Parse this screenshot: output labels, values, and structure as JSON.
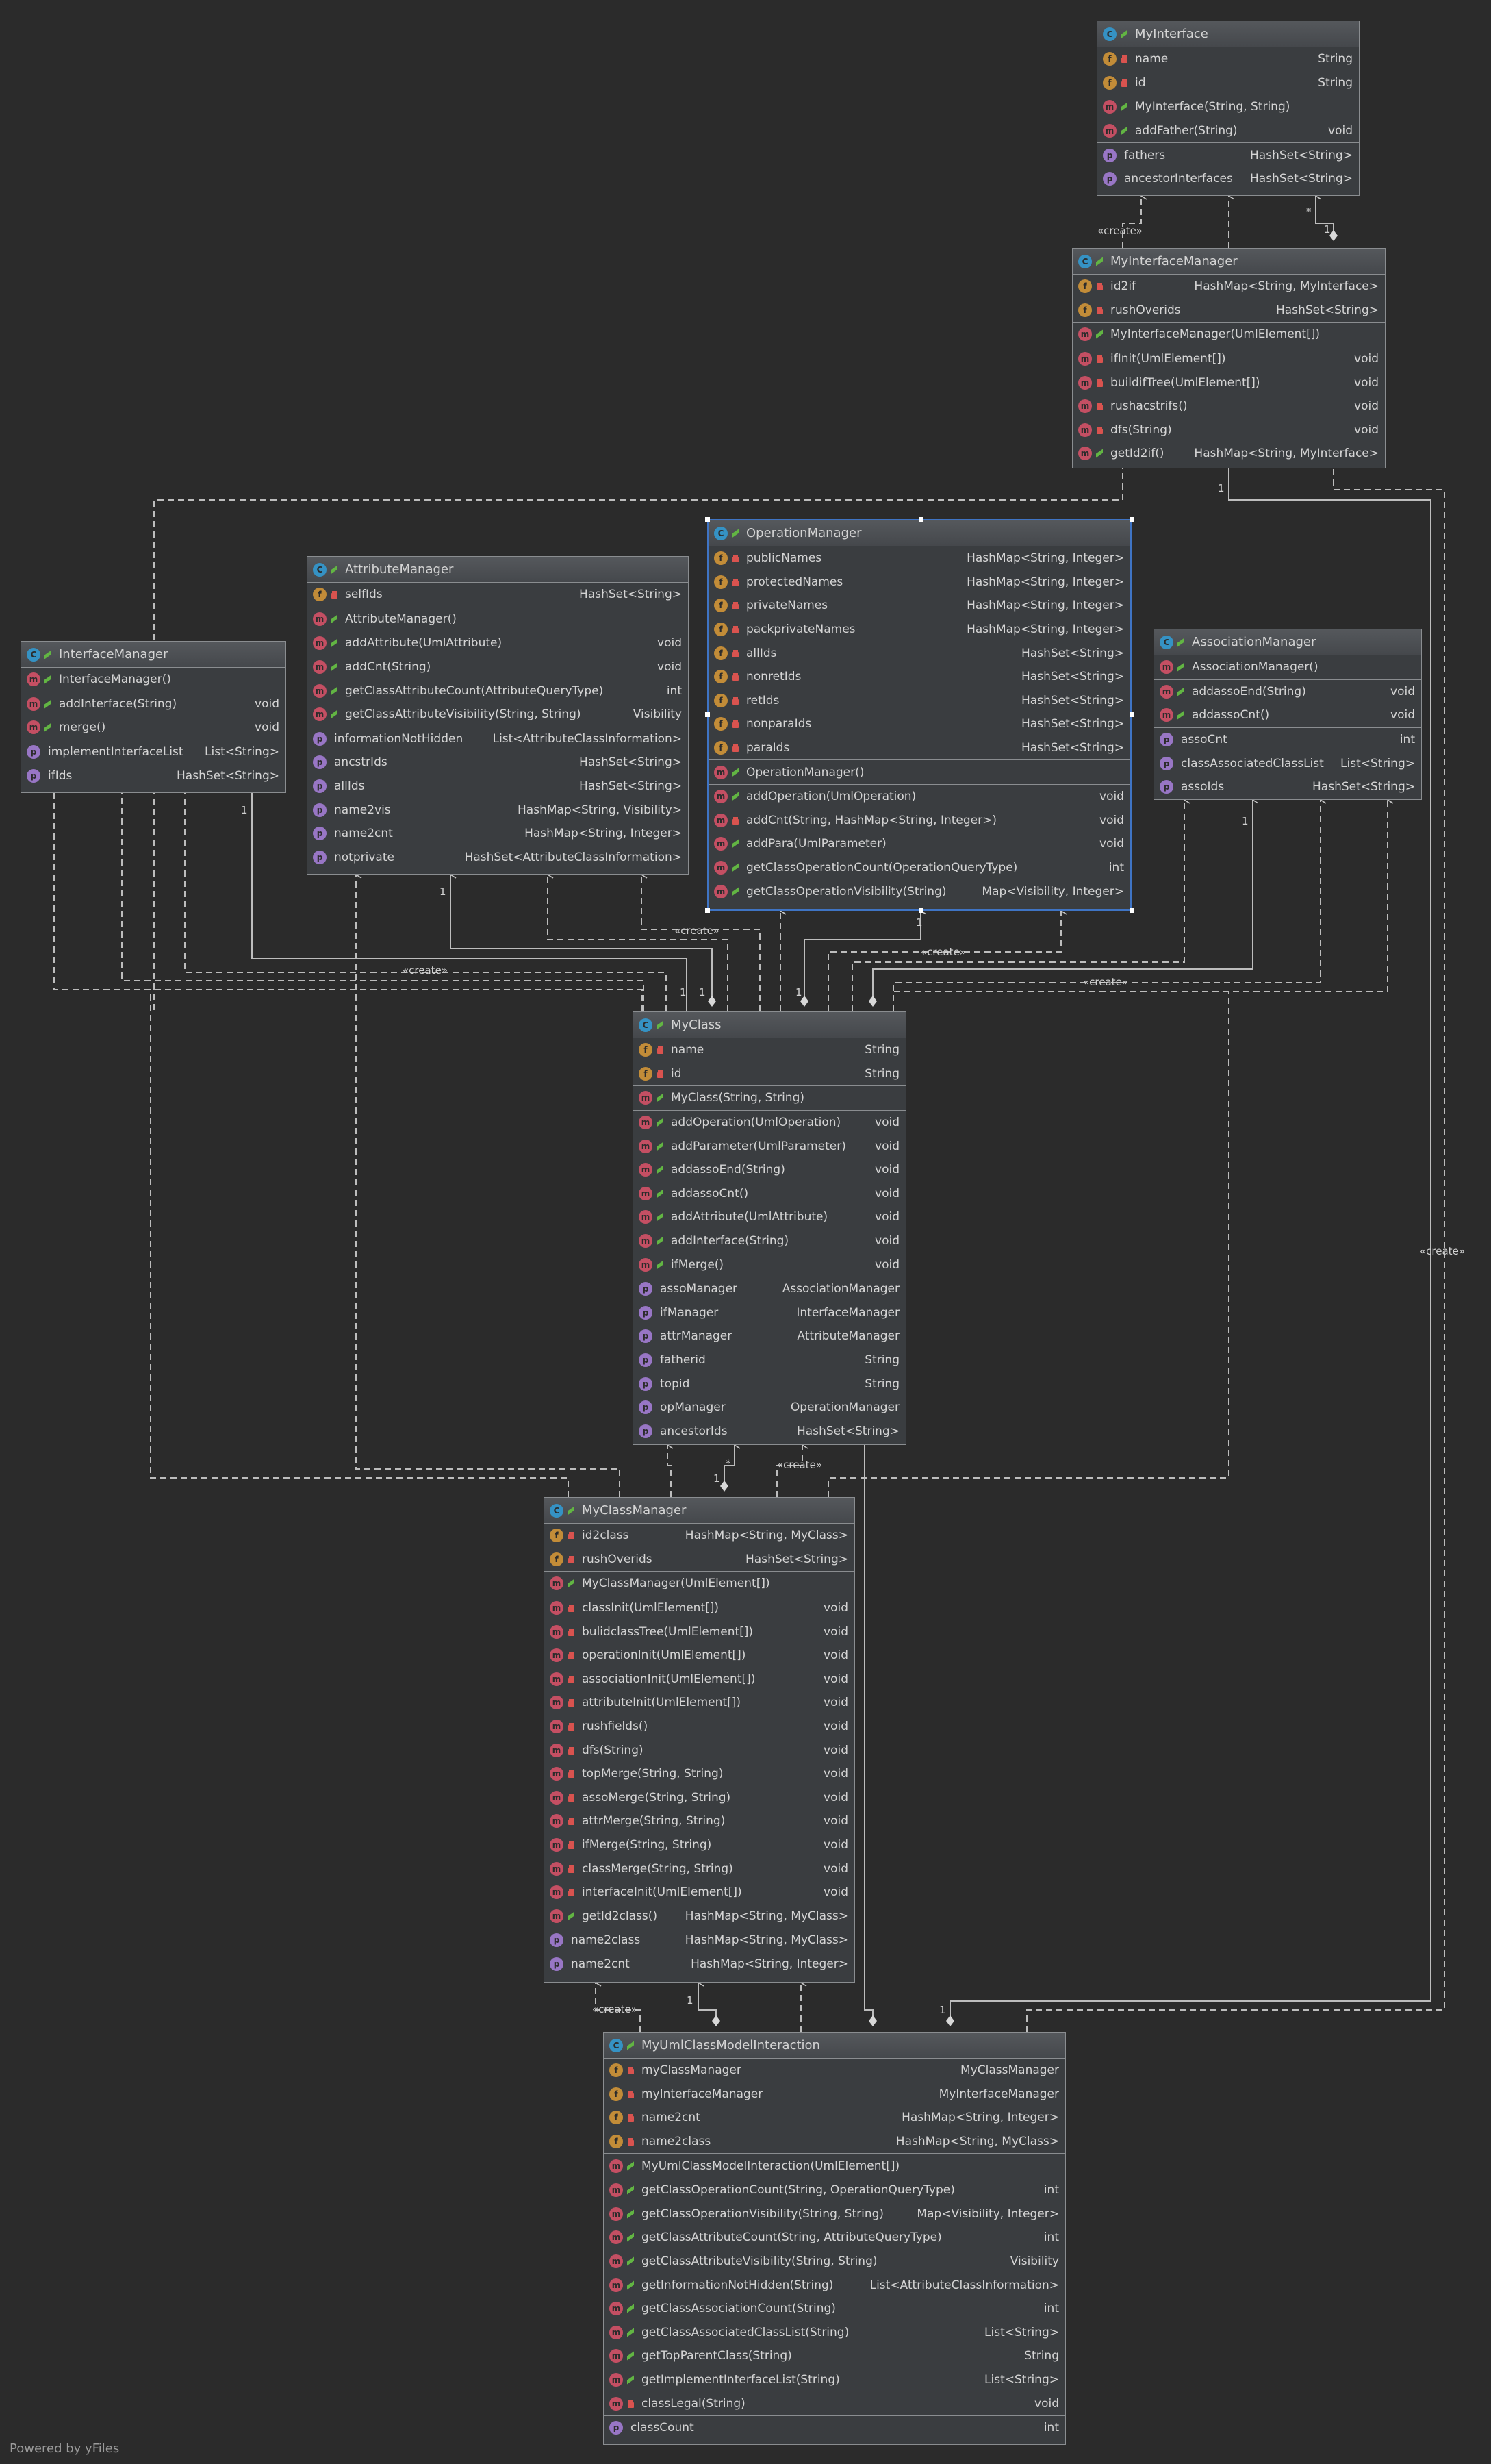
{
  "footer": "Powered by yFiles",
  "labels": {
    "create": "«create»",
    "one": "1",
    "star": "*"
  },
  "classes": [
    {
      "id": "MyInterface",
      "title": "MyInterface",
      "sections": [
        [
          {
            "icon": "f",
            "vis": "priv",
            "name": "name",
            "type": "String"
          },
          {
            "icon": "f",
            "vis": "priv",
            "name": "id",
            "type": "String"
          }
        ],
        [
          {
            "icon": "m",
            "vis": "pub",
            "name": "MyInterface(String, String)",
            "type": ""
          },
          {
            "icon": "m",
            "vis": "pub",
            "name": "addFather(String)",
            "type": "void"
          }
        ],
        [
          {
            "icon": "p",
            "vis": "",
            "name": "fathers",
            "type": "HashSet<String>"
          },
          {
            "icon": "p",
            "vis": "",
            "name": "ancestorInterfaces",
            "type": "HashSet<String>"
          }
        ]
      ]
    },
    {
      "id": "MyInterfaceManager",
      "title": "MyInterfaceManager",
      "sections": [
        [
          {
            "icon": "f",
            "vis": "priv",
            "name": "id2if",
            "type": "HashMap<String, MyInterface>"
          },
          {
            "icon": "f",
            "vis": "priv",
            "name": "rushOverids",
            "type": "HashSet<String>"
          }
        ],
        [
          {
            "icon": "m",
            "vis": "pub",
            "name": "MyInterfaceManager(UmlElement[])",
            "type": ""
          }
        ],
        [
          {
            "icon": "m",
            "vis": "priv",
            "name": "ifInit(UmlElement[])",
            "type": "void"
          },
          {
            "icon": "m",
            "vis": "priv",
            "name": "buildifTree(UmlElement[])",
            "type": "void"
          },
          {
            "icon": "m",
            "vis": "priv",
            "name": "rushacstrifs()",
            "type": "void"
          },
          {
            "icon": "m",
            "vis": "priv",
            "name": "dfs(String)",
            "type": "void"
          },
          {
            "icon": "m",
            "vis": "pub",
            "name": "getId2if()",
            "type": "HashMap<String, MyInterface>"
          }
        ]
      ]
    },
    {
      "id": "AttributeManager",
      "title": "AttributeManager",
      "sections": [
        [
          {
            "icon": "f",
            "vis": "priv",
            "name": "selfIds",
            "type": "HashSet<String>"
          }
        ],
        [
          {
            "icon": "m",
            "vis": "pub",
            "name": "AttributeManager()",
            "type": ""
          }
        ],
        [
          {
            "icon": "m",
            "vis": "pub",
            "name": "addAttribute(UmlAttribute)",
            "type": "void"
          },
          {
            "icon": "m",
            "vis": "pub",
            "name": "addCnt(String)",
            "type": "void"
          },
          {
            "icon": "m",
            "vis": "pub",
            "name": "getClassAttributeCount(AttributeQueryType)",
            "type": "int"
          },
          {
            "icon": "m",
            "vis": "pub",
            "name": "getClassAttributeVisibility(String, String)",
            "type": "Visibility"
          }
        ],
        [
          {
            "icon": "p",
            "vis": "",
            "name": "informationNotHidden",
            "type": "List<AttributeClassInformation>"
          },
          {
            "icon": "p",
            "vis": "",
            "name": "ancstrIds",
            "type": "HashSet<String>"
          },
          {
            "icon": "p",
            "vis": "",
            "name": "allIds",
            "type": "HashSet<String>"
          },
          {
            "icon": "p",
            "vis": "",
            "name": "name2vis",
            "type": "HashMap<String, Visibility>"
          },
          {
            "icon": "p",
            "vis": "",
            "name": "name2cnt",
            "type": "HashMap<String, Integer>"
          },
          {
            "icon": "p",
            "vis": "",
            "name": "notprivate",
            "type": "HashSet<AttributeClassInformation>"
          }
        ]
      ]
    },
    {
      "id": "OperationManager",
      "title": "OperationManager",
      "sections": [
        [
          {
            "icon": "f",
            "vis": "priv",
            "name": "publicNames",
            "type": "HashMap<String, Integer>"
          },
          {
            "icon": "f",
            "vis": "priv",
            "name": "protectedNames",
            "type": "HashMap<String, Integer>"
          },
          {
            "icon": "f",
            "vis": "priv",
            "name": "privateNames",
            "type": "HashMap<String, Integer>"
          },
          {
            "icon": "f",
            "vis": "priv",
            "name": "packprivateNames",
            "type": "HashMap<String, Integer>"
          },
          {
            "icon": "f",
            "vis": "priv",
            "name": "allIds",
            "type": "HashSet<String>"
          },
          {
            "icon": "f",
            "vis": "priv",
            "name": "nonretIds",
            "type": "HashSet<String>"
          },
          {
            "icon": "f",
            "vis": "priv",
            "name": "retIds",
            "type": "HashSet<String>"
          },
          {
            "icon": "f",
            "vis": "priv",
            "name": "nonparaIds",
            "type": "HashSet<String>"
          },
          {
            "icon": "f",
            "vis": "priv",
            "name": "paraIds",
            "type": "HashSet<String>"
          }
        ],
        [
          {
            "icon": "m",
            "vis": "pub",
            "name": "OperationManager()",
            "type": ""
          }
        ],
        [
          {
            "icon": "m",
            "vis": "pub",
            "name": "addOperation(UmlOperation)",
            "type": "void"
          },
          {
            "icon": "m",
            "vis": "priv",
            "name": "addCnt(String, HashMap<String, Integer>)",
            "type": "void"
          },
          {
            "icon": "m",
            "vis": "pub",
            "name": "addPara(UmlParameter)",
            "type": "void"
          },
          {
            "icon": "m",
            "vis": "pub",
            "name": "getClassOperationCount(OperationQueryType)",
            "type": "int"
          },
          {
            "icon": "m",
            "vis": "pub",
            "name": "getClassOperationVisibility(String)",
            "type": "Map<Visibility, Integer>"
          }
        ]
      ]
    },
    {
      "id": "InterfaceManager",
      "title": "InterfaceManager",
      "sections": [
        [
          {
            "icon": "m",
            "vis": "pub",
            "name": "InterfaceManager()",
            "type": ""
          }
        ],
        [
          {
            "icon": "m",
            "vis": "pub",
            "name": "addInterface(String)",
            "type": "void"
          },
          {
            "icon": "m",
            "vis": "pub",
            "name": "merge()",
            "type": "void"
          }
        ],
        [
          {
            "icon": "p",
            "vis": "",
            "name": "implementInterfaceList",
            "type": "List<String>"
          },
          {
            "icon": "p",
            "vis": "",
            "name": "ifIds",
            "type": "HashSet<String>"
          }
        ]
      ]
    },
    {
      "id": "AssociationManager",
      "title": "AssociationManager",
      "sections": [
        [
          {
            "icon": "m",
            "vis": "pub",
            "name": "AssociationManager()",
            "type": ""
          }
        ],
        [
          {
            "icon": "m",
            "vis": "pub",
            "name": "addassoEnd(String)",
            "type": "void"
          },
          {
            "icon": "m",
            "vis": "pub",
            "name": "addassoCnt()",
            "type": "void"
          }
        ],
        [
          {
            "icon": "p",
            "vis": "",
            "name": "assoCnt",
            "type": "int"
          },
          {
            "icon": "p",
            "vis": "",
            "name": "classAssociatedClassList",
            "type": "List<String>"
          },
          {
            "icon": "p",
            "vis": "",
            "name": "assoIds",
            "type": "HashSet<String>"
          }
        ]
      ]
    },
    {
      "id": "MyClass",
      "title": "MyClass",
      "sections": [
        [
          {
            "icon": "f",
            "vis": "priv",
            "name": "name",
            "type": "String"
          },
          {
            "icon": "f",
            "vis": "priv",
            "name": "id",
            "type": "String"
          }
        ],
        [
          {
            "icon": "m",
            "vis": "pub",
            "name": "MyClass(String, String)",
            "type": ""
          }
        ],
        [
          {
            "icon": "m",
            "vis": "pub",
            "name": "addOperation(UmlOperation)",
            "type": "void"
          },
          {
            "icon": "m",
            "vis": "pub",
            "name": "addParameter(UmlParameter)",
            "type": "void"
          },
          {
            "icon": "m",
            "vis": "pub",
            "name": "addassoEnd(String)",
            "type": "void"
          },
          {
            "icon": "m",
            "vis": "pub",
            "name": "addassoCnt()",
            "type": "void"
          },
          {
            "icon": "m",
            "vis": "pub",
            "name": "addAttribute(UmlAttribute)",
            "type": "void"
          },
          {
            "icon": "m",
            "vis": "pub",
            "name": "addInterface(String)",
            "type": "void"
          },
          {
            "icon": "m",
            "vis": "pub",
            "name": "ifMerge()",
            "type": "void"
          }
        ],
        [
          {
            "icon": "p",
            "vis": "",
            "name": "assoManager",
            "type": "AssociationManager"
          },
          {
            "icon": "p",
            "vis": "",
            "name": "ifManager",
            "type": "InterfaceManager"
          },
          {
            "icon": "p",
            "vis": "",
            "name": "attrManager",
            "type": "AttributeManager"
          },
          {
            "icon": "p",
            "vis": "",
            "name": "fatherid",
            "type": "String"
          },
          {
            "icon": "p",
            "vis": "",
            "name": "topid",
            "type": "String"
          },
          {
            "icon": "p",
            "vis": "",
            "name": "opManager",
            "type": "OperationManager"
          },
          {
            "icon": "p",
            "vis": "",
            "name": "ancestorIds",
            "type": "HashSet<String>"
          }
        ]
      ]
    },
    {
      "id": "MyClassManager",
      "title": "MyClassManager",
      "sections": [
        [
          {
            "icon": "f",
            "vis": "priv",
            "name": "id2class",
            "type": "HashMap<String, MyClass>"
          },
          {
            "icon": "f",
            "vis": "priv",
            "name": "rushOverids",
            "type": "HashSet<String>"
          }
        ],
        [
          {
            "icon": "m",
            "vis": "pub",
            "name": "MyClassManager(UmlElement[])",
            "type": ""
          }
        ],
        [
          {
            "icon": "m",
            "vis": "priv",
            "name": "classInit(UmlElement[])",
            "type": "void"
          },
          {
            "icon": "m",
            "vis": "priv",
            "name": "bulidclassTree(UmlElement[])",
            "type": "void"
          },
          {
            "icon": "m",
            "vis": "priv",
            "name": "operationInit(UmlElement[])",
            "type": "void"
          },
          {
            "icon": "m",
            "vis": "priv",
            "name": "associationInit(UmlElement[])",
            "type": "void"
          },
          {
            "icon": "m",
            "vis": "priv",
            "name": "attributeInit(UmlElement[])",
            "type": "void"
          },
          {
            "icon": "m",
            "vis": "priv",
            "name": "rushfields()",
            "type": "void"
          },
          {
            "icon": "m",
            "vis": "priv",
            "name": "dfs(String)",
            "type": "void"
          },
          {
            "icon": "m",
            "vis": "priv",
            "name": "topMerge(String, String)",
            "type": "void"
          },
          {
            "icon": "m",
            "vis": "priv",
            "name": "assoMerge(String, String)",
            "type": "void"
          },
          {
            "icon": "m",
            "vis": "priv",
            "name": "attrMerge(String, String)",
            "type": "void"
          },
          {
            "icon": "m",
            "vis": "priv",
            "name": "ifMerge(String, String)",
            "type": "void"
          },
          {
            "icon": "m",
            "vis": "priv",
            "name": "classMerge(String, String)",
            "type": "void"
          },
          {
            "icon": "m",
            "vis": "priv",
            "name": "interfaceInit(UmlElement[])",
            "type": "void"
          },
          {
            "icon": "m",
            "vis": "pub",
            "name": "getId2class()",
            "type": "HashMap<String, MyClass>"
          }
        ],
        [
          {
            "icon": "p",
            "vis": "",
            "name": "name2class",
            "type": "HashMap<String, MyClass>"
          },
          {
            "icon": "p",
            "vis": "",
            "name": "name2cnt",
            "type": "HashMap<String, Integer>"
          }
        ]
      ]
    },
    {
      "id": "MyUmlClassModelInteraction",
      "title": "MyUmlClassModelInteraction",
      "sections": [
        [
          {
            "icon": "f",
            "vis": "priv",
            "name": "myClassManager",
            "type": "MyClassManager"
          },
          {
            "icon": "f",
            "vis": "priv",
            "name": "myInterfaceManager",
            "type": "MyInterfaceManager"
          },
          {
            "icon": "f",
            "vis": "priv",
            "name": "name2cnt",
            "type": "HashMap<String, Integer>"
          },
          {
            "icon": "f",
            "vis": "priv",
            "name": "name2class",
            "type": "HashMap<String, MyClass>"
          }
        ],
        [
          {
            "icon": "m",
            "vis": "pub",
            "name": "MyUmlClassModelInteraction(UmlElement[])",
            "type": ""
          }
        ],
        [
          {
            "icon": "m",
            "vis": "pub",
            "name": "getClassOperationCount(String, OperationQueryType)",
            "type": "int"
          },
          {
            "icon": "m",
            "vis": "pub",
            "name": "getClassOperationVisibility(String, String)",
            "type": "Map<Visibility, Integer>"
          },
          {
            "icon": "m",
            "vis": "pub",
            "name": "getClassAttributeCount(String, AttributeQueryType)",
            "type": "int"
          },
          {
            "icon": "m",
            "vis": "pub",
            "name": "getClassAttributeVisibility(String, String)",
            "type": "Visibility"
          },
          {
            "icon": "m",
            "vis": "pub",
            "name": "getInformationNotHidden(String)",
            "type": "List<AttributeClassInformation>"
          },
          {
            "icon": "m",
            "vis": "pub",
            "name": "getClassAssociationCount(String)",
            "type": "int"
          },
          {
            "icon": "m",
            "vis": "pub",
            "name": "getClassAssociatedClassList(String)",
            "type": "List<String>"
          },
          {
            "icon": "m",
            "vis": "pub",
            "name": "getTopParentClass(String)",
            "type": "String"
          },
          {
            "icon": "m",
            "vis": "pub",
            "name": "getImplementInterfaceList(String)",
            "type": "List<String>"
          },
          {
            "icon": "m",
            "vis": "priv",
            "name": "classLegal(String)",
            "type": "void"
          }
        ],
        [
          {
            "icon": "p",
            "vis": "",
            "name": "classCount",
            "type": "int"
          }
        ]
      ]
    }
  ]
}
